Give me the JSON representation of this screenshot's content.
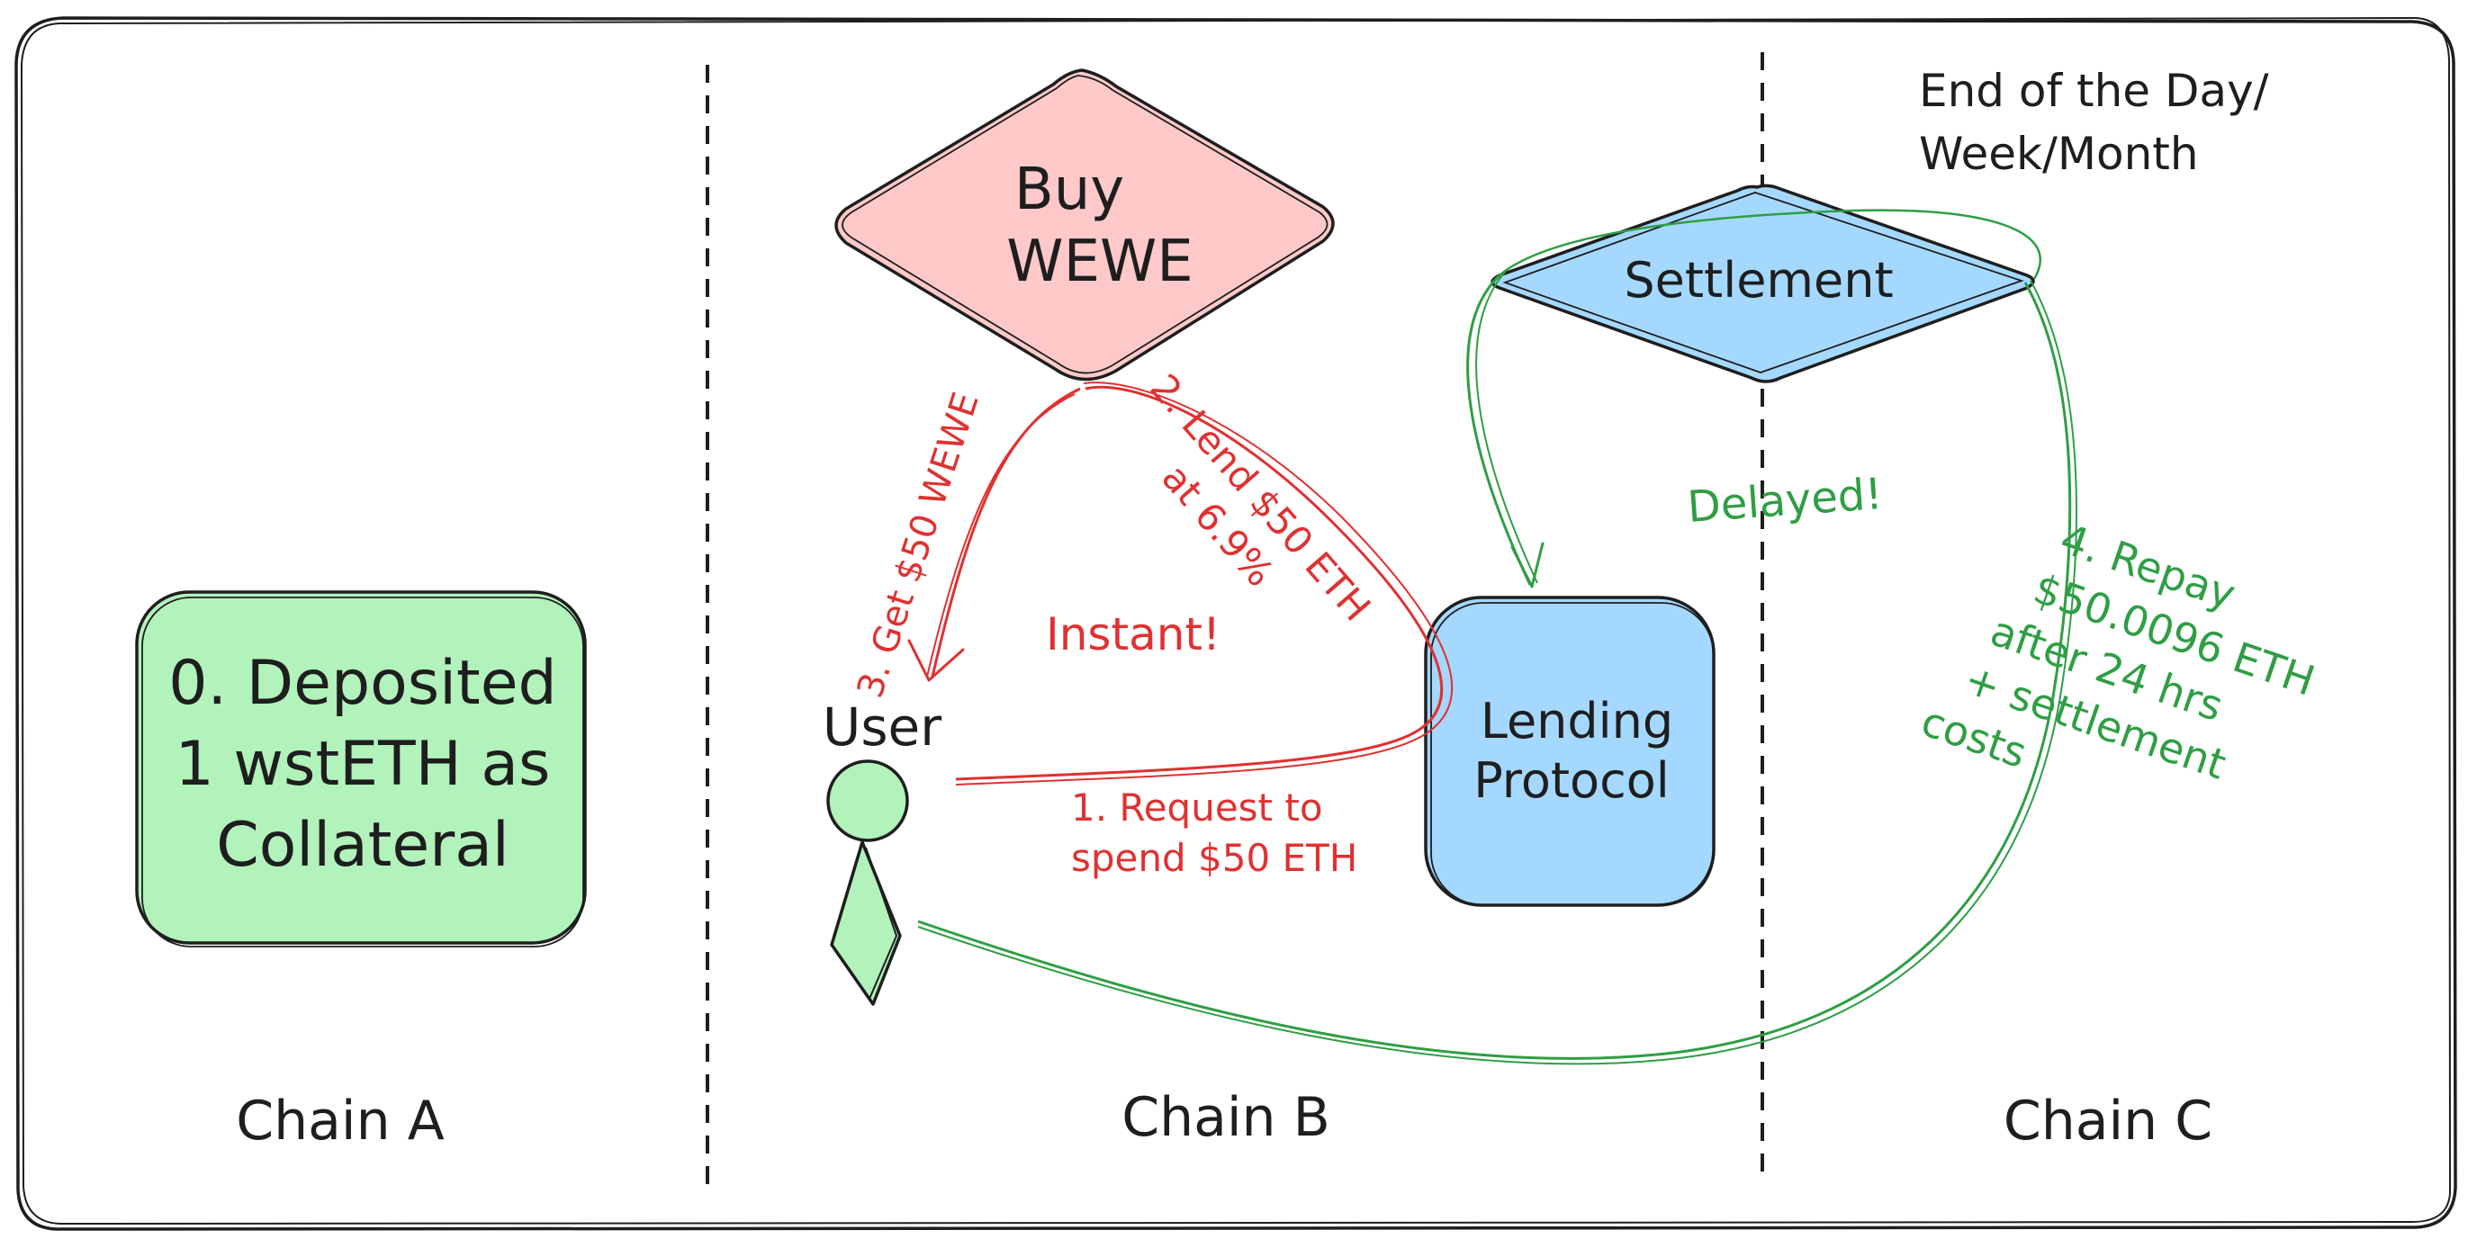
{
  "frame": {
    "chains": [
      "Chain A",
      "Chain B",
      "Chain C"
    ],
    "period_label_line1": "End of the Day/",
    "period_label_line2": "Week/Month"
  },
  "chain_a": {
    "collateral_line1": "0. Deposited",
    "collateral_line2": "1 wstETH as",
    "collateral_line3": "Collateral",
    "collateral_color": "#b2f2bb"
  },
  "chain_b": {
    "buy_line1": "Buy",
    "buy_line2": "WEWE",
    "buy_color": "#ffc9c9",
    "user_label": "User",
    "user_color": "#b2f2bb",
    "lending_line1": "Lending",
    "lending_line2": "Protocol",
    "lending_color": "#a5d8ff",
    "instant_label": "Instant!",
    "step1_line1": "1. Request to",
    "step1_line2": "spend $50 ETH",
    "step2_line1": "2. Lend $50 ETH",
    "step2_line2": "at 6.9%",
    "step3": "3. Get $50 WEWE"
  },
  "chain_c": {
    "settlement_label": "Settlement",
    "settlement_color": "#a5d8ff",
    "delayed_label": "Delayed!",
    "step4_line1": "4. Repay",
    "step4_line2": "$50.0096 ETH",
    "step4_line3": "after 24 hrs",
    "step4_line4": "+ settlement",
    "step4_line5": "costs"
  },
  "colors": {
    "instant": "#e03131",
    "delayed": "#2f9e44",
    "stroke": "#1e1e1e"
  }
}
